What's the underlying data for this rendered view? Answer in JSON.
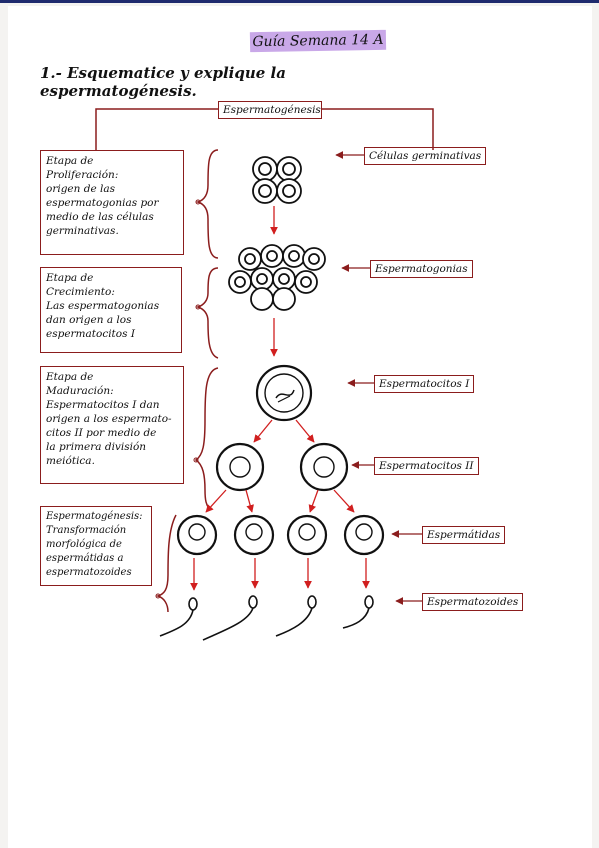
{
  "title": "Guía Semana 14 A",
  "question": "1.- Esquematice y explique la espermatogénesis.",
  "header_label": "Espermatogénesis",
  "stages": [
    {
      "label": "Etapa de\nProliferación:\norigen de las\nespermatogonias por\nmedio de las células\ngerminativas."
    },
    {
      "label": "Etapa de\nCrecimiento:\nLas espermatogonias\ndan origen a los\nespermatocitos I"
    },
    {
      "label": "Etapa de\nMaduración:\nEspermatocitos I dan\norigen a los espermato-\ncitos II por medio de\nla primera división\nmeiótica."
    },
    {
      "label": "Espermatogénesis:\nTransformación\nmorfológica de\nespermátidas a\nespermatozoides"
    }
  ],
  "cell_labels": [
    "Células germinativas",
    "Espermatogonias",
    "Espermatocitos I",
    "Espermatocitos II",
    "Espermátidas",
    "Espermatozoides"
  ],
  "colors": {
    "ink": "#111111",
    "accent": "#8b1d1d",
    "arrow": "#d11f1f",
    "highlight": "#c9a8e8"
  }
}
